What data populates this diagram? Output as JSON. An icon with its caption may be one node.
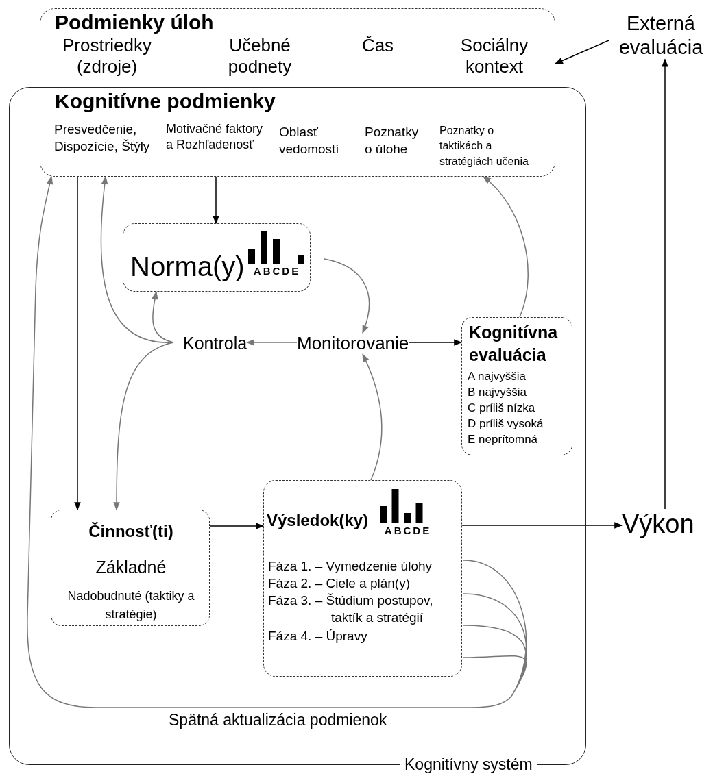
{
  "diagram": {
    "nodes": [
      {
        "text": [
          "Kognitívny systém"
        ]
      },
      {
        "text": [
          "Podmienky úloh",
          "Prostriedky (zdroje)",
          "Učebné podnety",
          "Čas",
          "Sociálny kontext",
          "Kognitívne podmienky",
          "Presvedčenie, Dispozície, Štýly",
          "Motivačné faktory a Rozhľadenosť",
          "Oblasť vedomostí",
          "Poznatky o úlohe",
          "Poznatky o taktikách a stratégiách učenia"
        ]
      },
      {
        "text": [
          "Externá evaluácia"
        ]
      },
      {
        "text": [
          "Norma(y)",
          "ABCDE"
        ],
        "in": 0
      },
      {
        "text": [
          "Kontrola"
        ],
        "in": 0
      },
      {
        "text": [
          "Monitorovanie"
        ],
        "in": 0
      },
      {
        "text": [
          "Kognitívna evaluácia",
          "A najvyššia",
          "B najvyššia",
          "C príliš nízka",
          "D príliš vysoká",
          "E neprítomná"
        ],
        "in": 0
      },
      {
        "text": [
          "Činnosť(ti)",
          "Základné",
          "Nadobudnuté (taktiky a stratégie)"
        ],
        "in": 0
      },
      {
        "text": [
          "Výsledok(ky)",
          "ABCDE",
          "Fáza 1. – Vymedzenie úlohy",
          "Fáza 2. – Ciele a plán(y)",
          "Fáza 3. – Štúdium postupov, taktík a stratégií",
          "Fáza 4. – Úpravy"
        ],
        "in": 0
      },
      {
        "text": [
          "Výkon"
        ]
      }
    ],
    "edges": [
      {
        "from": 2,
        "to": 1,
        "arrow": "to",
        "color": "#000000"
      },
      {
        "from": 9,
        "to": 2,
        "arrow": "to",
        "color": "#000000"
      },
      {
        "from": 8,
        "to": 9,
        "arrow": "to",
        "color": "#000000"
      },
      {
        "from": 7,
        "to": 8,
        "arrow": "to",
        "color": "#000000"
      },
      {
        "from": 1,
        "to": 7,
        "arrow": "to",
        "color": "#000000"
      },
      {
        "from": 1,
        "to": 3,
        "arrow": "to",
        "color": "#000000"
      },
      {
        "from": 3,
        "to": 5,
        "arrow": "to"
      },
      {
        "from": 5,
        "to": 4,
        "arrow": "to"
      },
      {
        "from": 5,
        "to": 6,
        "arrow": "to",
        "color": "#000000"
      },
      {
        "from": 6,
        "to": 1,
        "arrow": "to"
      },
      {
        "from": 8,
        "to": 5,
        "arrow": "to"
      },
      {
        "from": 4,
        "to": 1,
        "arrow": "to"
      },
      {
        "from": 4,
        "to": 3,
        "arrow": "to"
      },
      {
        "from": 4,
        "to": 7,
        "arrow": "to"
      },
      {
        "from": 8,
        "to": 1,
        "arrow": "to",
        "label": "Spätná aktualizácia podmienok"
      }
    ]
  }
}
